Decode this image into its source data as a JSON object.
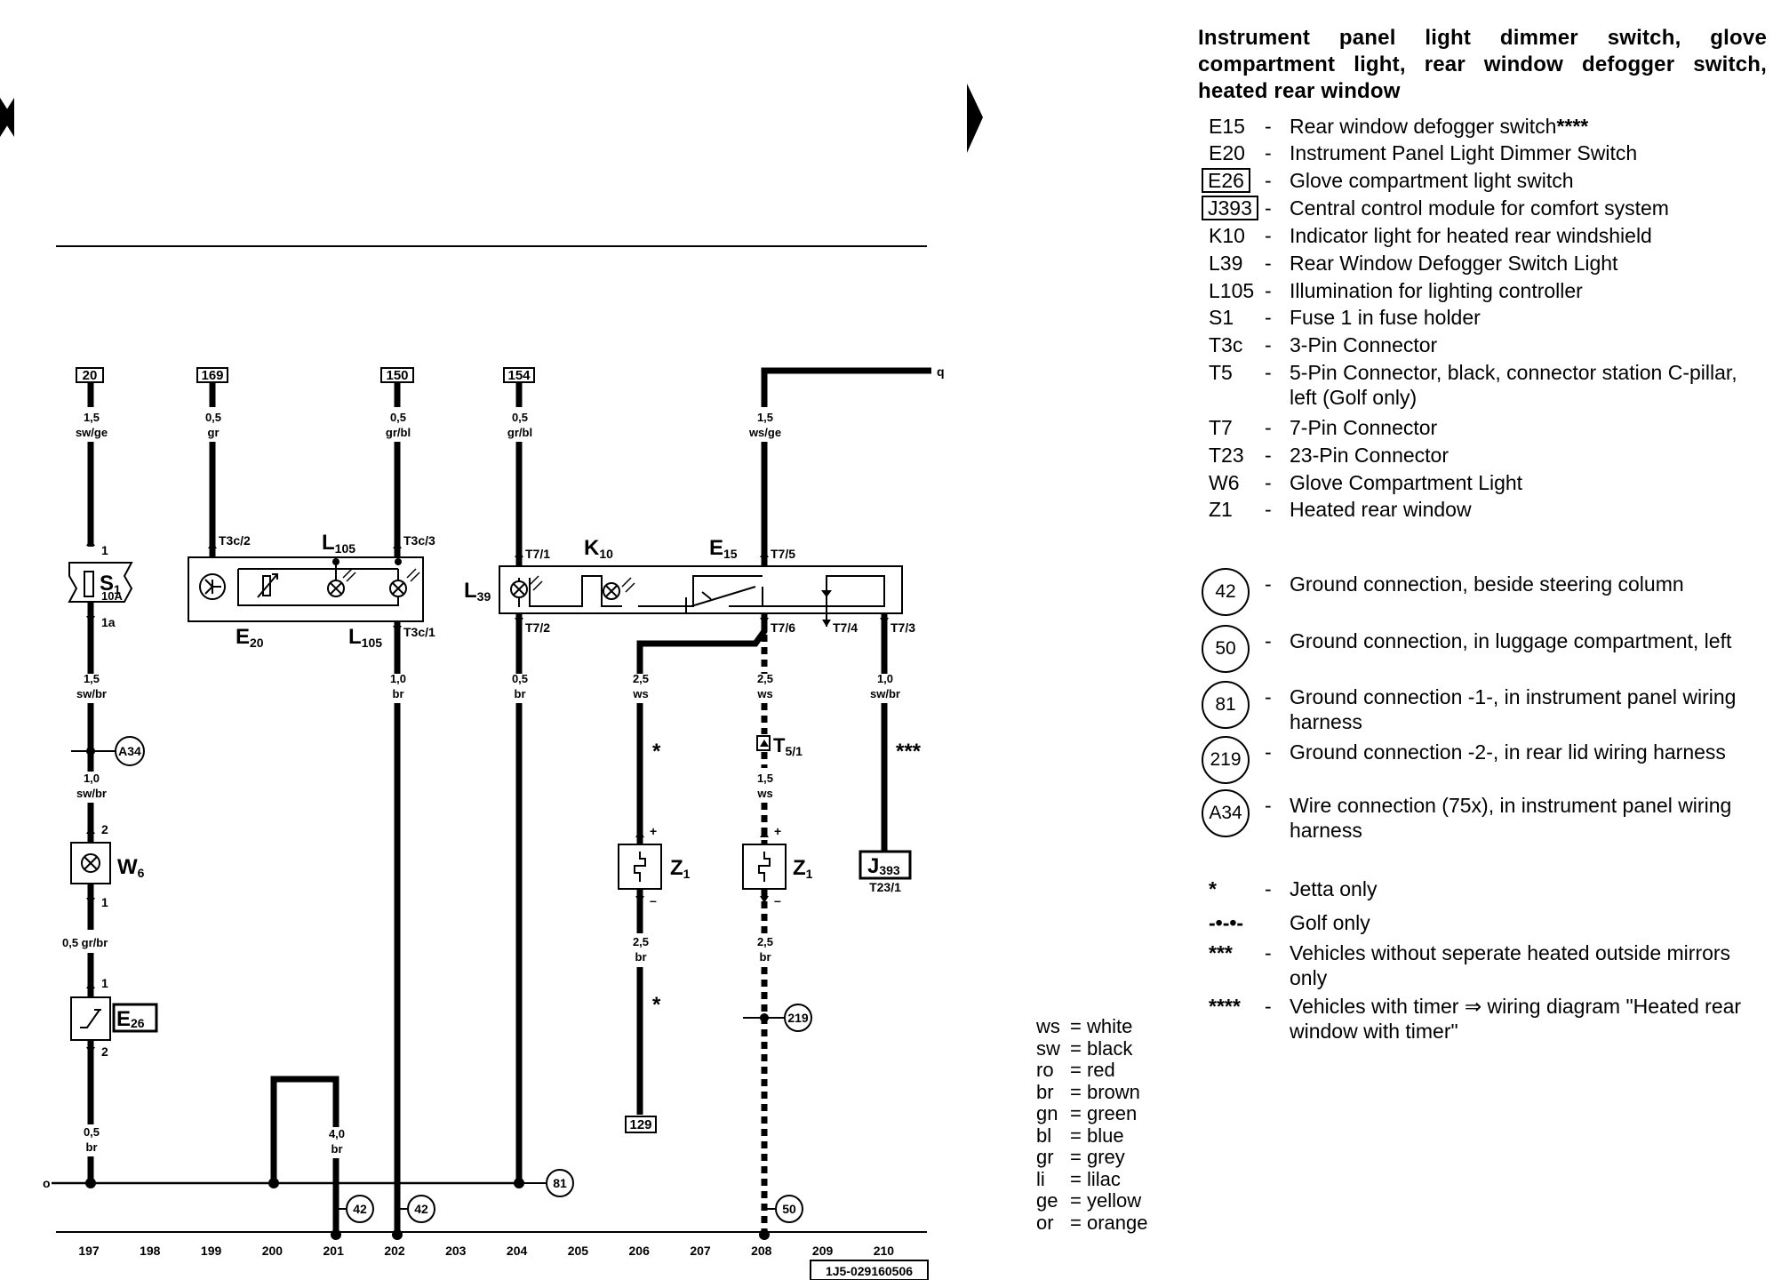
{
  "title": [
    "Instrument panel light dimmer switch, glove",
    "compartment light, rear window defogger switch,",
    "heated rear window"
  ],
  "components": [
    {
      "code": "E15",
      "desc": "Rear window defogger switch",
      "suffix": "****",
      "boxed": false
    },
    {
      "code": "E20",
      "desc": "Instrument Panel Light Dimmer Switch",
      "suffix": "",
      "boxed": false
    },
    {
      "code": "E26",
      "desc": "Glove compartment light switch",
      "suffix": "",
      "boxed": true
    },
    {
      "code": "J393",
      "desc": "Central control module for comfort system",
      "suffix": "",
      "boxed": true
    },
    {
      "code": "K10",
      "desc": "Indicator light for heated rear windshield",
      "suffix": "",
      "boxed": false
    },
    {
      "code": "L39",
      "desc": "Rear Window Defogger Switch Light",
      "suffix": "",
      "boxed": false
    },
    {
      "code": "L105",
      "desc": "Illumination for lighting controller",
      "suffix": "",
      "boxed": false
    },
    {
      "code": "S1",
      "desc": "Fuse 1 in fuse holder",
      "suffix": "",
      "boxed": false
    },
    {
      "code": "T3c",
      "desc": "3-Pin Connector",
      "suffix": "",
      "boxed": false
    },
    {
      "code": "T5",
      "desc": "5-Pin Connector, black, connector station C-pillar, left (Golf only)",
      "suffix": "",
      "boxed": false
    },
    {
      "code": "T7",
      "desc": "7-Pin Connector",
      "suffix": "",
      "boxed": false
    },
    {
      "code": "T23",
      "desc": "23-Pin Connector",
      "suffix": "",
      "boxed": false
    },
    {
      "code": "W6",
      "desc": "Glove Compartment Light",
      "suffix": "",
      "boxed": false
    },
    {
      "code": "Z1",
      "desc": "Heated rear window",
      "suffix": "",
      "boxed": false
    }
  ],
  "grounds": [
    {
      "code": "42",
      "desc": "Ground connection, beside steering column"
    },
    {
      "code": "50",
      "desc": "Ground connection, in luggage compartment, left"
    },
    {
      "code": "81",
      "desc": "Ground connection -1-, in instrument panel wiring harness"
    },
    {
      "code": "219",
      "desc": "Ground connection -2-, in rear lid wiring harness"
    },
    {
      "code": "A34",
      "desc": "Wire connection (75x), in instrument panel wiring harness"
    }
  ],
  "notes": [
    {
      "symbol": "*",
      "desc": "Jetta only"
    },
    {
      "symbol": "-•-•-",
      "desc": "Golf only"
    },
    {
      "symbol": "***",
      "desc": "Vehicles without seperate heated outside mirrors only"
    },
    {
      "symbol": "****",
      "desc": "Vehicles with timer ⇒ wiring diagram \"Heated rear window with timer\""
    }
  ],
  "color_codes": [
    {
      "abbr": "ws",
      "color": "white"
    },
    {
      "abbr": "sw",
      "color": "black"
    },
    {
      "abbr": "ro",
      "color": "red"
    },
    {
      "abbr": "br",
      "color": "brown"
    },
    {
      "abbr": "gn",
      "color": "green"
    },
    {
      "abbr": "bl",
      "color": "blue"
    },
    {
      "abbr": "gr",
      "color": "grey"
    },
    {
      "abbr": "li",
      "color": "lilac"
    },
    {
      "abbr": "ge",
      "color": "yellow"
    },
    {
      "abbr": "or",
      "color": "orange"
    }
  ],
  "columns": [
    "197",
    "198",
    "199",
    "200",
    "201",
    "202",
    "203",
    "204",
    "205",
    "206",
    "207",
    "208",
    "209",
    "210"
  ],
  "diagram_code": "1J5-029160506",
  "wires": {
    "w1a": [
      "1,5",
      "sw/ge"
    ],
    "w1b": [
      "1,5",
      "sw/br"
    ],
    "w1c": [
      "1,0",
      "sw/br"
    ],
    "w1d": [
      "0,5 gr/br"
    ],
    "w1e": [
      "0,5",
      "br"
    ],
    "w2": [
      "0,5",
      "gr"
    ],
    "w3a": [
      "0,5",
      "gr/bl"
    ],
    "w3b": [
      "1,0",
      "br"
    ],
    "w4a": [
      "0,5",
      "gr/bl"
    ],
    "w4b": [
      "0,5",
      "br"
    ],
    "w5": [
      "4,0",
      "br"
    ],
    "w6a": [
      "2,5",
      "ws"
    ],
    "w6b": [
      "2,5",
      "br"
    ],
    "w7a": [
      "1,5",
      "ws/ge"
    ],
    "w7b": [
      "2,5",
      "ws"
    ],
    "w7c": [
      "1,5",
      "ws"
    ],
    "w7d": [
      "2,5",
      "br"
    ],
    "w8": [
      "1,0",
      "sw/br"
    ]
  },
  "refs": {
    "r20": "20",
    "r169": "169",
    "r150": "150",
    "r154": "154",
    "r129": "129"
  },
  "pins": {
    "p1": "1",
    "p1a": "1a",
    "p2a": "2",
    "p1b": "1",
    "p1c": "1",
    "p2b": "2",
    "t3c2": "T3c/2",
    "t3c3": "T3c/3",
    "t3c1": "T3c/1",
    "t71": "T7/1",
    "t72": "T7/2",
    "t75": "T7/5",
    "t76": "T7/6",
    "t74": "T7/4",
    "t73": "T7/3",
    "plus1": "+",
    "minus1": "–",
    "plus2": "+",
    "minus2": "–",
    "t231": "T23/1",
    "fuse": "10A",
    "q": "q",
    "o": "o"
  },
  "labels": {
    "s1": [
      "S",
      "1"
    ],
    "w6": [
      "W",
      "6"
    ],
    "e26": [
      "E",
      "26"
    ],
    "e20": [
      "E",
      "20"
    ],
    "l105a": [
      "L",
      "105"
    ],
    "l105b": [
      "L",
      "105"
    ],
    "l39": [
      "L",
      "39"
    ],
    "k10": [
      "K",
      "10"
    ],
    "e15": [
      "E",
      "15"
    ],
    "z1a": [
      "Z",
      "1"
    ],
    "z1b": [
      "Z",
      "1"
    ],
    "j393": [
      "J",
      "393"
    ],
    "t51": [
      "T",
      "5/1"
    ],
    "star1": "*",
    "star2": "*",
    "star3": "***"
  },
  "ground_marks": {
    "g42a": "42",
    "g42b": "42",
    "g81": "81",
    "g50": "50",
    "g219": "219",
    "a34": "A34"
  }
}
